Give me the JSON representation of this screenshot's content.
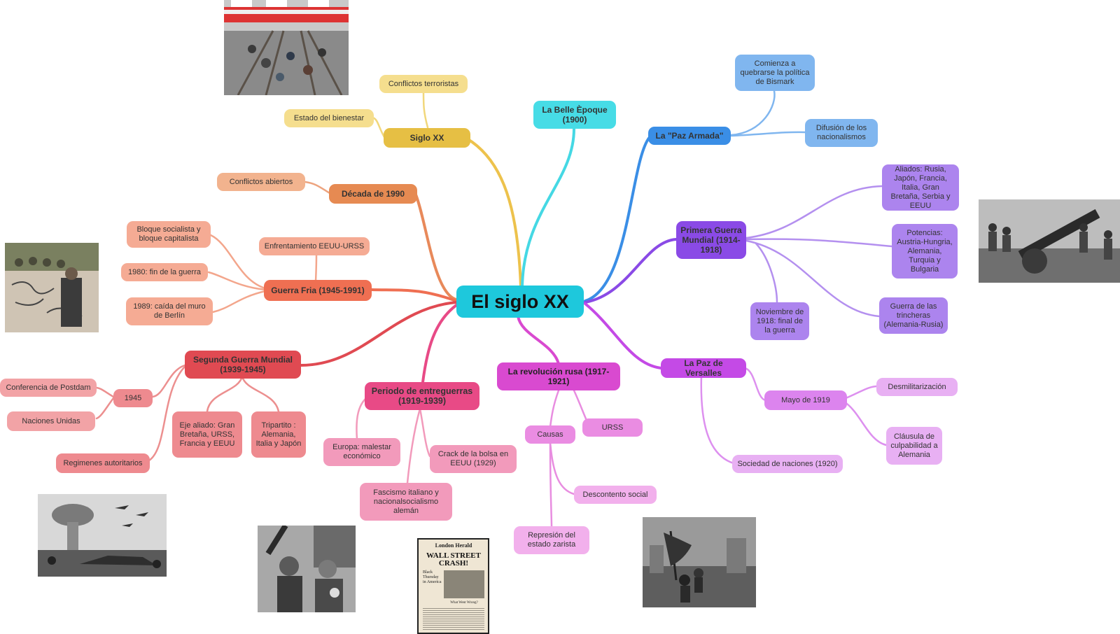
{
  "central": "El siglo XX",
  "nodes": {
    "siglo_xx": "Siglo XX",
    "conflictos_terroristas": "Conflictos terroristas",
    "estado_bienestar": "Estado del bienestar",
    "decada_1990": "Década de 1990",
    "conflictos_abiertos": "Conflictos abiertos",
    "guerra_fria": "Guerra Fria (1945-1991)",
    "enfrentamiento": "Enfrentamiento EEUU-URSS",
    "bloque": "Bloque socialista y bloque capitalista",
    "fin_guerra_1980": "1980: fin de la guerra",
    "caida_muro": "1989: caída del muro de Berlín",
    "segunda_guerra": "Segunda Guerra Mundial (1939-1945)",
    "anio_1945": "1945",
    "postdam": "Conferencia de Postdam",
    "naciones_unidas": "Naciones Unidas",
    "regimenes": "Regimenes autoritarios",
    "eje_aliado": "Eje aliado: Gran Bretaña, URSS, Francia y EEUU",
    "tripartito": "Tripartito : Alemania, Italia y Japón",
    "entreguerras": "Periodo de entreguerras (1919-1939)",
    "europa_malestar": "Europa: malestar económico",
    "crack_bolsa": "Crack de la bolsa en EEUU (1929)",
    "fascismo": "Fascismo italiano y nacionalsocialismo alemán",
    "revolucion_rusa": "La revolución rusa (1917-1921)",
    "causas": "Causas",
    "urss": "URSS",
    "descontento": "Descontento social",
    "represion": "Represión del estado zarista",
    "belle_epoque": "La Belle Èpoque (1900)",
    "paz_armada": "La \"Paz Armada\"",
    "bismark": "Comienza a quebrarse la política de Bismark",
    "nacionalismos": "Difusión de los nacionalismos",
    "primera_guerra": "Primera Guerra Mundial (1914-1918)",
    "aliados": "Aliados: Rusia, Japón, Francia, Italia, Gran Bretaña, Serbia y EEUU",
    "potencias": "Potencias: Austria-Hungria, Alemania, Turquia y Bulgaria",
    "trincheras": "Guerra de las trincheras (Alemania-Rusia)",
    "noviembre_1918": "Noviembre de 1918: final de la guerra",
    "paz_versalles": "La Paz de Versalles",
    "mayo_1919": "Mayo de 1919",
    "desmilitarizacion": "Desmilitarización",
    "culpabilidad": "Cláusula de culpabilidad a Alemania",
    "sociedad_naciones": "Sociedad de naciones (1920)"
  },
  "newspaper": {
    "masthead": "London Herald",
    "headline": "WALL STREET CRASH!",
    "subhead": "Black Thursday in America",
    "caption": "What Went Wrong?"
  },
  "colors": {
    "central": "#1ec8dc",
    "siglo_xx": "#e6bf44",
    "decada": "#e68a52",
    "guerra_fria": "#ef6f52",
    "segunda": "#e04a52",
    "entreguerras": "#e84a86",
    "revolucion": "#d94ad0",
    "belle": "#47dce6",
    "paz_armada": "#3a8ee6",
    "primera": "#8a4ae6",
    "versalles": "#c44ae6"
  },
  "images": [
    "train-bombing-photo",
    "berlin-wall-photo",
    "ww1-artillery-photo",
    "ww2-atomic-photo",
    "mussolini-hitler-photo",
    "newspaper-photo",
    "reichstag-flag-photo"
  ]
}
